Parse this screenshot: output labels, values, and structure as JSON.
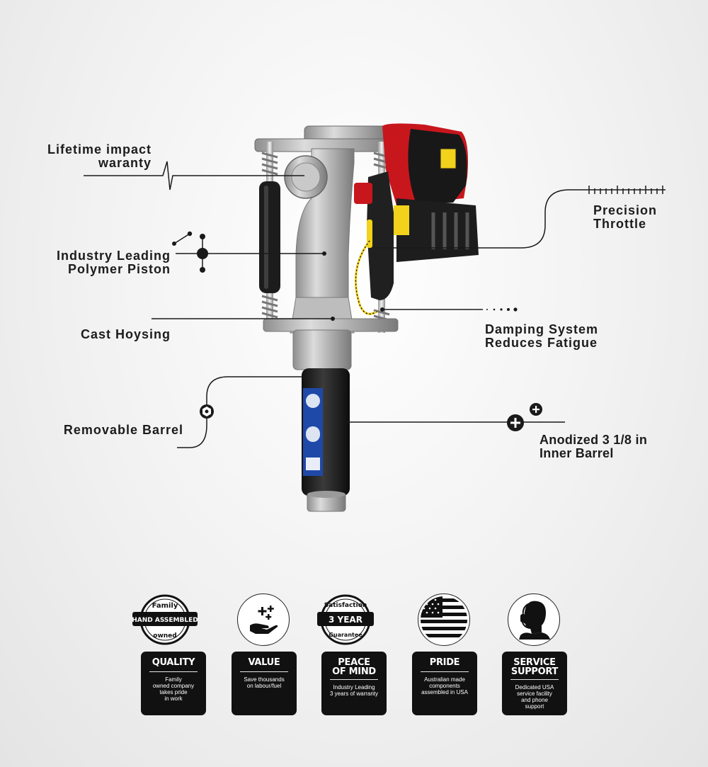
{
  "callouts": {
    "lifetime": [
      "Lifetime impact",
      "waranty"
    ],
    "piston": [
      "Industry Leading",
      "Polymer Piston"
    ],
    "housing": [
      "Cast Hoysing"
    ],
    "barrel": [
      "Removable Barrel"
    ],
    "throttle": [
      "Precision",
      "Throttle"
    ],
    "damping": [
      "Damping System",
      "Reduces Fatigue"
    ],
    "inner_barrel": [
      "Anodized 3 1/8 in",
      "Inner Barrel"
    ]
  },
  "badges": [
    {
      "icon": "hand-assembled-seal-icon",
      "seal_top": "Family",
      "seal_mid": "HAND ASSEMBLED",
      "seal_bottom": "owned",
      "title": "QUALITY",
      "desc": [
        "Family",
        "owned company",
        "takes pride",
        "in work"
      ]
    },
    {
      "icon": "hand-sparkle-icon",
      "title": "VALUE",
      "desc": [
        "Save thousands",
        "on labour/fuel"
      ]
    },
    {
      "icon": "satisfaction-seal-icon",
      "seal_top": "Satisfaction",
      "seal_mid": "3 YEAR",
      "seal_bottom": "Guarantee",
      "title_lines": [
        "PEACE",
        "OF MIND"
      ],
      "desc": [
        "Industry Leading",
        "3 years of warranty"
      ]
    },
    {
      "icon": "usa-flag-icon",
      "title": "PRIDE",
      "desc": [
        "Australian made",
        "components",
        "assembled in USA"
      ]
    },
    {
      "icon": "support-agent-icon",
      "title_lines": [
        "SERVICE",
        "SUPPORT"
      ],
      "desc": [
        "Dedicated USA",
        "service facility",
        "and phone",
        "support"
      ]
    }
  ],
  "colors": {
    "engine_red": "#c8161d",
    "accent_yellow": "#f2d21a",
    "barrel_blue": "#1f49a8",
    "card_bg": "#111111"
  }
}
